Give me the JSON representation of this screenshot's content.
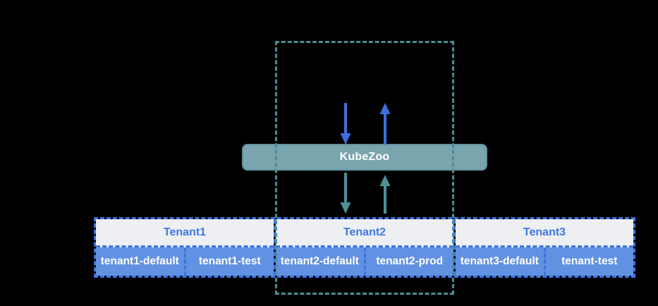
{
  "gateway": {
    "label": "KubeZoo"
  },
  "tenants": [
    {
      "name": "Tenant1",
      "namespaces": [
        "tenant1-default",
        "tenant1-test"
      ]
    },
    {
      "name": "Tenant2",
      "namespaces": [
        "tenant2-default",
        "tenant2-prod"
      ]
    },
    {
      "name": "Tenant3",
      "namespaces": [
        "tenant3-default",
        "tenant-test"
      ]
    }
  ],
  "icons": {
    "request_down_arrow": "arrow-down-icon",
    "response_up_arrow": "arrow-up-icon"
  },
  "colors": {
    "background": "#000000",
    "teal_dash": "#4E8C96",
    "teal_arrow": "#4F9099",
    "blue_arrow": "#3E70DC",
    "gateway_fill": "#7AA5AE",
    "gateway_border": "#61939F",
    "table_dash": "#3E74DE",
    "header_bg": "#EDEFF2",
    "header_text": "#3C78E6",
    "cell_bg": "#6191E2",
    "cell_text": "#FFFFFF"
  }
}
